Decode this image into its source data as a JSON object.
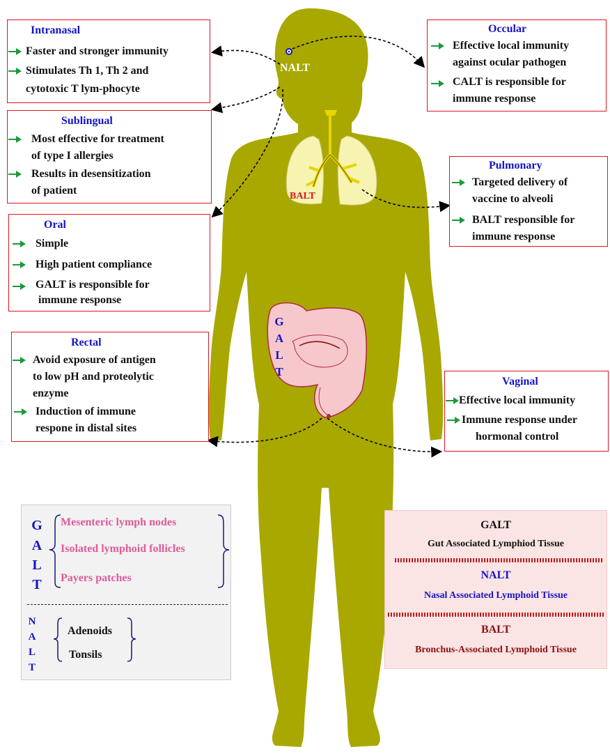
{
  "colors": {
    "body": "#a8a800",
    "box_border": "#e0141e",
    "title": "#1414c8",
    "arrow": "#1a9a3a",
    "pink": "#e05a9a",
    "maroon": "#8b1010",
    "navy": "#14147a"
  },
  "figure": {
    "nalt_label": "NALT",
    "balt_label": "BALT",
    "galt_vertical": [
      "G",
      "A",
      "L",
      "T"
    ]
  },
  "boxes": {
    "intranasal": {
      "title": "Intranasal",
      "lines": [
        "Faster and stronger immunity",
        "Stimulates Th 1, Th 2 and",
        "cytotoxic T lym-phocyte"
      ]
    },
    "sublingual": {
      "title": "Sublingual",
      "lines": [
        "Most effective for treatment",
        "of type I allergies",
        "Results in desensitization",
        "of patient"
      ]
    },
    "oral": {
      "title": "Oral",
      "lines": [
        "Simple",
        "High patient compliance",
        "GALT is responsible for",
        "immune response"
      ]
    },
    "rectal": {
      "title": "Rectal",
      "lines": [
        "Avoid exposure of antigen",
        "to low pH and proteolytic",
        "enzyme",
        "Induction of immune",
        "respone  in distal sites"
      ]
    },
    "ocular": {
      "title": "Occular",
      "lines": [
        "Effective local immunity",
        "against ocular pathogen",
        "CALT is responsible for",
        "immune response"
      ]
    },
    "pulmonary": {
      "title": "Pulmonary",
      "lines": [
        "Targeted delivery of",
        "vaccine to alveoli",
        "BALT responsible for",
        "immune response"
      ]
    },
    "vaginal": {
      "title": "Vaginal",
      "lines": [
        "Effective local immunity",
        "Immune response under",
        "hormonal control"
      ]
    }
  },
  "legend_left": {
    "galt_letters": [
      "G",
      "A",
      "L",
      "T"
    ],
    "galt_items": [
      "Mesenteric lymph nodes",
      "Isolated lymphoid follicles",
      "Payers patches"
    ],
    "nalt_letters": [
      "N",
      "A",
      "L",
      "T"
    ],
    "nalt_items": [
      "Adenoids",
      "Tonsils"
    ]
  },
  "legend_right": {
    "galt_abbr": "GALT",
    "galt_full": "Gut Associated Lymphiod Tissue",
    "nalt_abbr": "NALT",
    "nalt_full": "Nasal Associated Lymphoid Tissue",
    "balt_abbr": "BALT",
    "balt_full": "Bronchus-Associated Lymphoid Tissue"
  }
}
